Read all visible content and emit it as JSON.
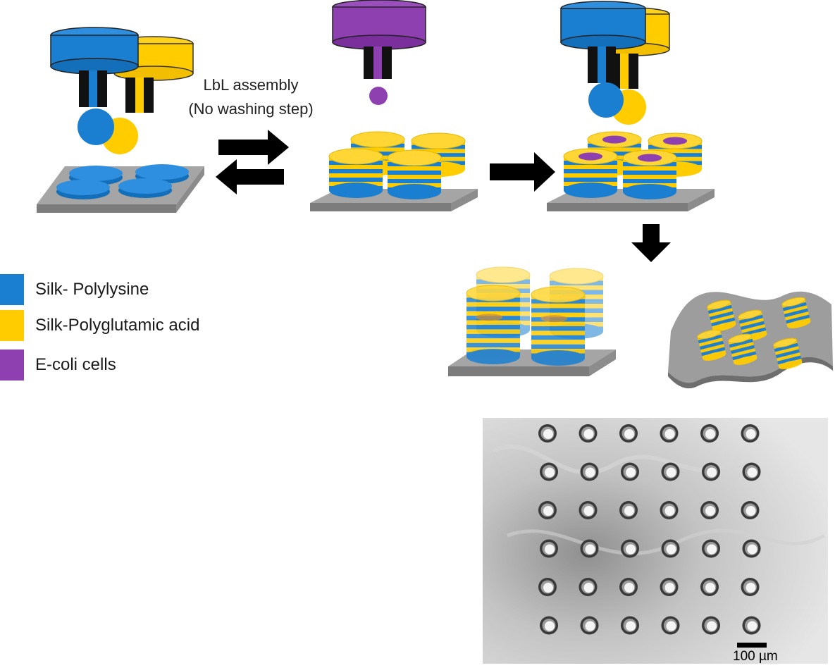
{
  "step_label": {
    "line1": "LbL assembly",
    "line2": "(No washing step)"
  },
  "legend": [
    {
      "label": "Silk- Polylysine",
      "color": "#1a7fd0"
    },
    {
      "label": "Silk-Polyglutamic acid",
      "color": "#ffcc00"
    },
    {
      "label": "E-coli cells",
      "color": "#8e3fb0"
    }
  ],
  "colors": {
    "polylysine": "#1a7fd0",
    "polyglutamic": "#ffcc00",
    "ecoli": "#8e3fb0",
    "substrate": "#9a9a9a",
    "arrow": "#000000"
  },
  "micrograph": {
    "grid_rows": 6,
    "grid_cols": 6,
    "scale_bar_label": "100 µm"
  },
  "icons": [
    "printer-nozzle-icon",
    "arrow-right-icon",
    "arrow-left-icon",
    "arrow-down-icon"
  ]
}
